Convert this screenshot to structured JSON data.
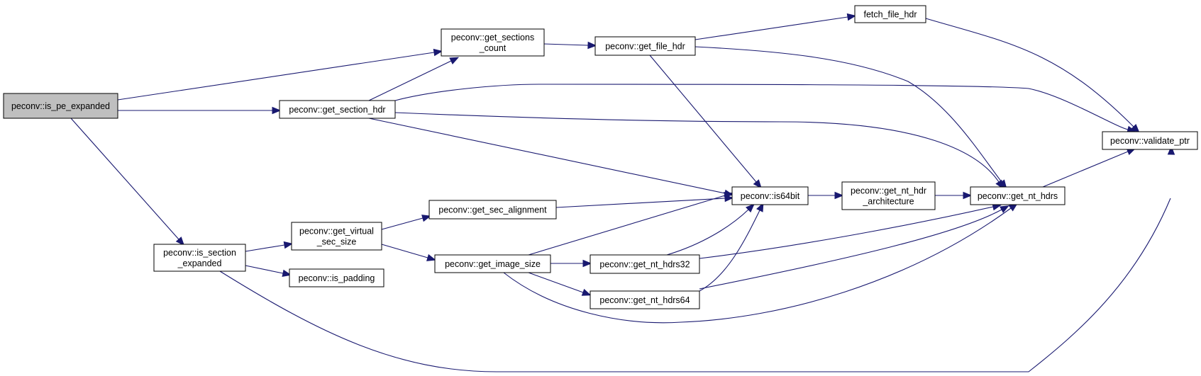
{
  "colors": {
    "edge": "#191970",
    "root_fill": "#bfbfbf",
    "node_fill": "#ffffff",
    "border": "#000000"
  },
  "nodes": {
    "is_pe_expanded": [
      "peconv::is_pe_expanded"
    ],
    "get_sections_count": [
      "peconv::get_sections",
      "_count"
    ],
    "get_section_hdr": [
      "peconv::get_section_hdr"
    ],
    "is_section_expanded": [
      "peconv::is_section",
      "_expanded"
    ],
    "get_virtual_sec_size": [
      "peconv::get_virtual",
      "_sec_size"
    ],
    "is_padding": [
      "peconv::is_padding"
    ],
    "get_sec_alignment": [
      "peconv::get_sec_alignment"
    ],
    "get_image_size": [
      "peconv::get_image_size"
    ],
    "get_file_hdr": [
      "peconv::get_file_hdr"
    ],
    "fetch_file_hdr": [
      "fetch_file_hdr"
    ],
    "is64bit": [
      "peconv::is64bit"
    ],
    "get_nt_hdrs32": [
      "peconv::get_nt_hdrs32"
    ],
    "get_nt_hdrs64": [
      "peconv::get_nt_hdrs64"
    ],
    "get_nt_hdr_architecture": [
      "peconv::get_nt_hdr",
      "_architecture"
    ],
    "get_nt_hdrs": [
      "peconv::get_nt_hdrs"
    ],
    "validate_ptr": [
      "peconv::validate_ptr"
    ]
  },
  "edges": [
    [
      "is_pe_expanded",
      "get_sections_count"
    ],
    [
      "is_pe_expanded",
      "get_section_hdr"
    ],
    [
      "is_pe_expanded",
      "is_section_expanded"
    ],
    [
      "get_section_hdr",
      "get_sections_count"
    ],
    [
      "get_section_hdr",
      "validate_ptr"
    ],
    [
      "get_section_hdr",
      "get_nt_hdrs"
    ],
    [
      "get_section_hdr",
      "is64bit"
    ],
    [
      "get_sections_count",
      "get_file_hdr"
    ],
    [
      "get_file_hdr",
      "fetch_file_hdr"
    ],
    [
      "get_file_hdr",
      "get_nt_hdrs"
    ],
    [
      "get_file_hdr",
      "is64bit"
    ],
    [
      "fetch_file_hdr",
      "validate_ptr"
    ],
    [
      "is_section_expanded",
      "get_virtual_sec_size"
    ],
    [
      "is_section_expanded",
      "is_padding"
    ],
    [
      "is_section_expanded",
      "validate_ptr"
    ],
    [
      "get_virtual_sec_size",
      "get_sec_alignment"
    ],
    [
      "get_virtual_sec_size",
      "get_image_size"
    ],
    [
      "get_sec_alignment",
      "is64bit"
    ],
    [
      "get_image_size",
      "is64bit"
    ],
    [
      "get_image_size",
      "get_nt_hdrs32"
    ],
    [
      "get_image_size",
      "get_nt_hdrs64"
    ],
    [
      "get_image_size",
      "get_nt_hdrs"
    ],
    [
      "is64bit",
      "get_nt_hdr_architecture"
    ],
    [
      "get_nt_hdr_architecture",
      "get_nt_hdrs"
    ],
    [
      "get_nt_hdrs32",
      "is64bit"
    ],
    [
      "get_nt_hdrs32",
      "get_nt_hdrs"
    ],
    [
      "get_nt_hdrs64",
      "is64bit"
    ],
    [
      "get_nt_hdrs64",
      "get_nt_hdrs"
    ],
    [
      "get_nt_hdrs",
      "validate_ptr"
    ]
  ]
}
